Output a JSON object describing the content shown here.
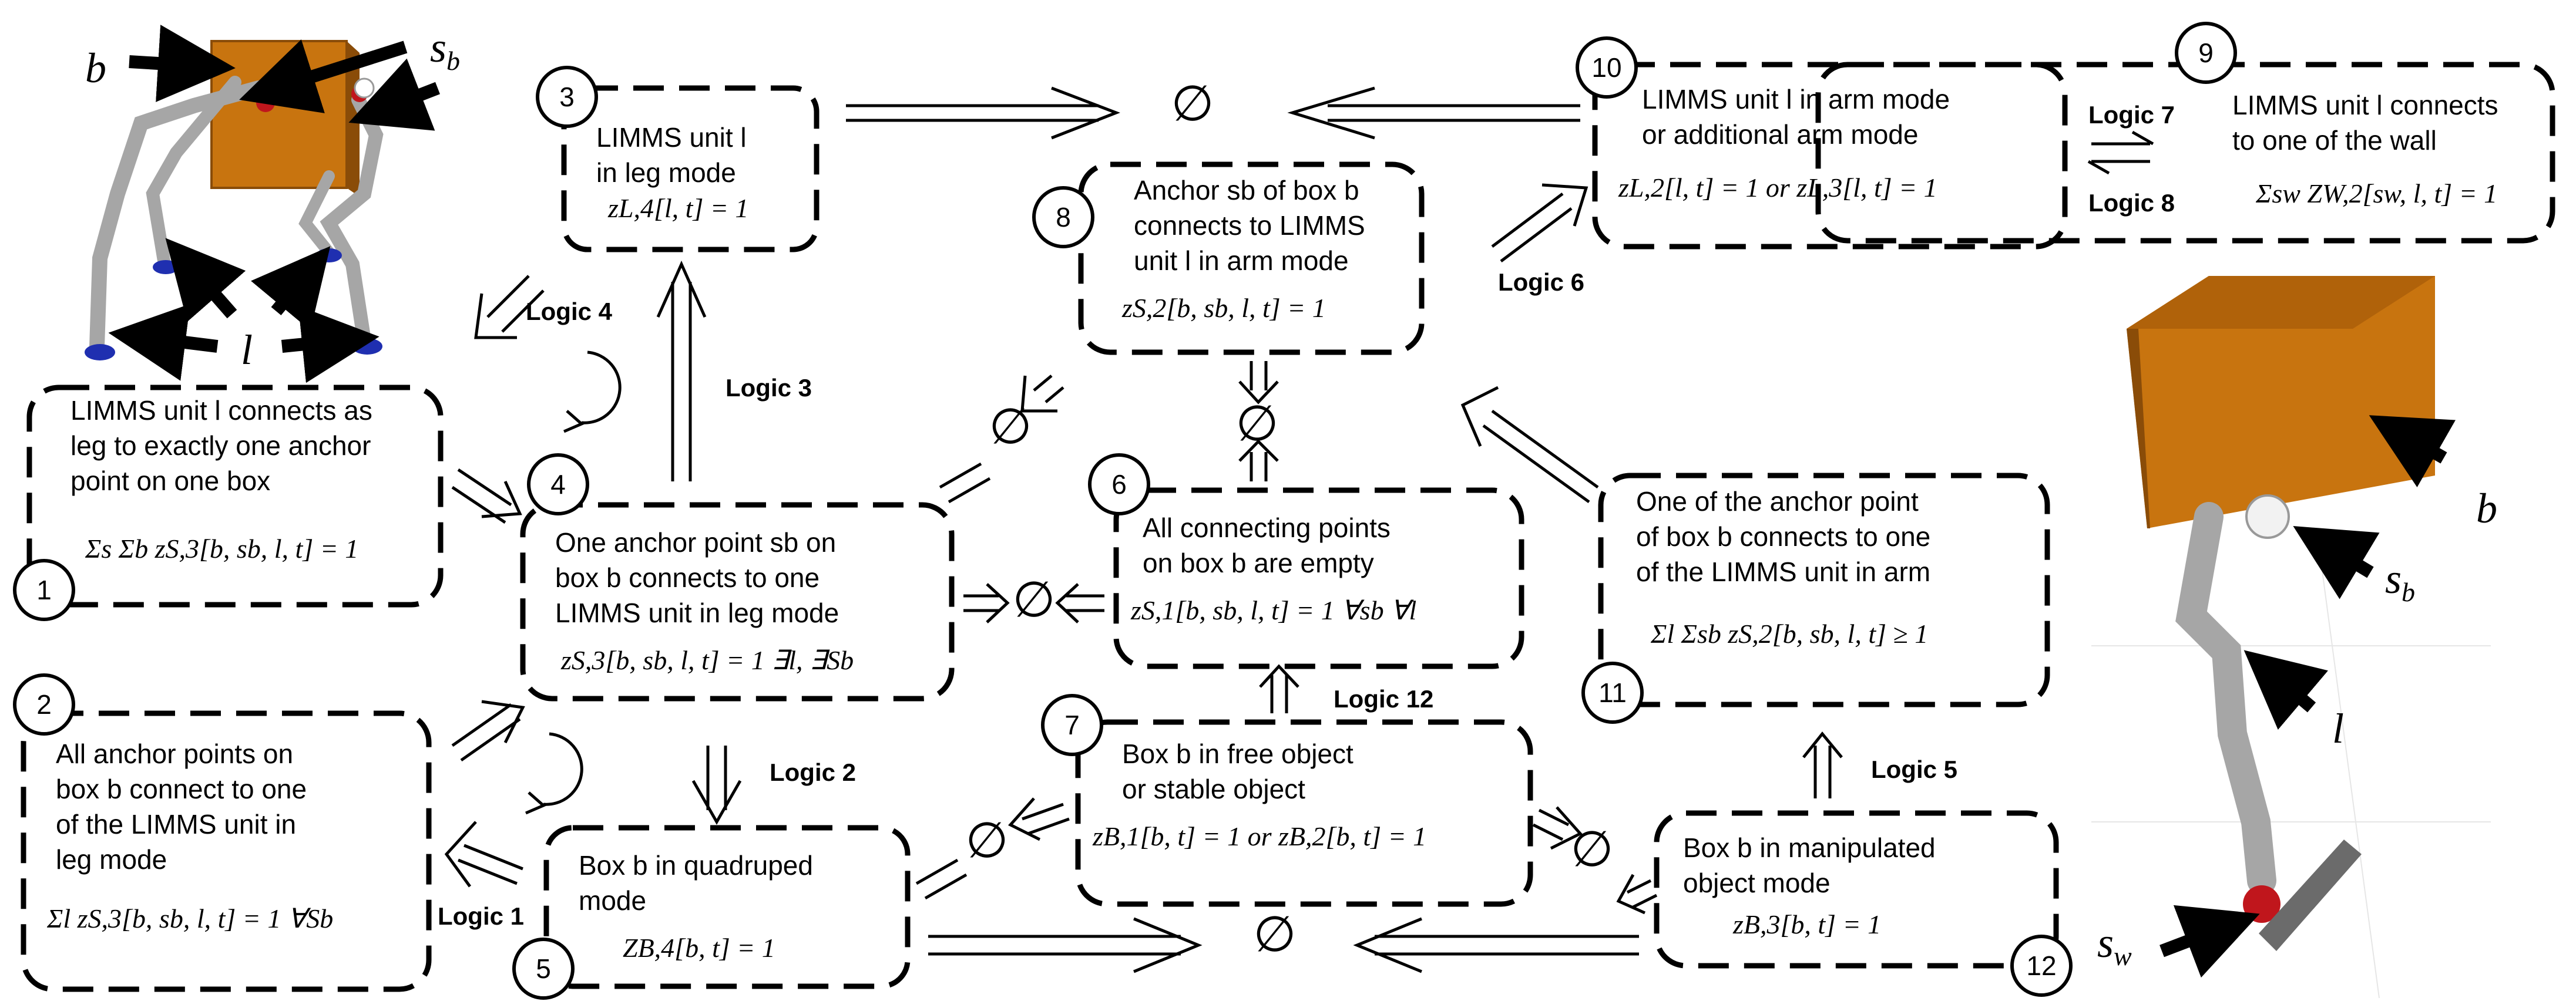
{
  "colors": {
    "box_orange": "#c8740f",
    "box_dark": "#8a4c08",
    "robot_grey": "#a6a6a6",
    "foot_blue": "#1f2fb0",
    "anchor_red": "#c0161c",
    "wall_grey": "#6b6b6b"
  },
  "symbols": {
    "empty_set": "∅"
  },
  "images": {
    "quadruped": {
      "labels": {
        "box": "b",
        "anchor": "s",
        "anchor_sub": "b",
        "unit": "l"
      }
    },
    "arm": {
      "labels": {
        "box": "b",
        "anchor": "s",
        "anchor_sub": "b",
        "unit": "l",
        "wall": "s",
        "wall_sub": "w"
      }
    }
  },
  "nodes": [
    {
      "id": "1",
      "lines": [
        "LIMMS unit l connects as",
        "leg to exactly one anchor",
        "point on one box"
      ],
      "eq": "Σs Σb zS,3[b, sb, l, t] = 1"
    },
    {
      "id": "2",
      "lines": [
        "All anchor points on",
        "box b  connect to one",
        "of the LIMMS unit in",
        "leg mode"
      ],
      "eq": "Σl zS,3[b, sb, l, t] = 1 ∀Sb"
    },
    {
      "id": "3",
      "lines": [
        "LIMMS unit l",
        "in leg mode"
      ],
      "eq": "zL,4[l, t] = 1"
    },
    {
      "id": "4",
      "lines": [
        "One anchor point sb on",
        "box b connects to one",
        "LIMMS unit in leg mode"
      ],
      "eq": "zS,3[b, sb, l, t] = 1 ∃l,  ∃Sb"
    },
    {
      "id": "5",
      "lines": [
        "Box b in quadruped",
        "mode"
      ],
      "eq": "ZB,4[b, t] = 1"
    },
    {
      "id": "6",
      "lines": [
        "All connecting points",
        "on box b are empty"
      ],
      "eq": "zS,1[b, sb, l, t] = 1 ∀sb ∀l"
    },
    {
      "id": "7",
      "lines": [
        "Box b in free object",
        "or stable object"
      ],
      "eq": "zB,1[b, t] = 1  or  zB,2[b, t] = 1"
    },
    {
      "id": "8",
      "lines": [
        "Anchor sb of box b",
        "connects to LIMMS",
        "unit l in arm mode"
      ],
      "eq": "zS,2[b, sb, l, t] = 1"
    },
    {
      "id": "9",
      "lines": [
        "LIMMS unit l connects",
        "to one of the wall"
      ],
      "eq": "Σsw ZW,2[sw, l, t] = 1"
    },
    {
      "id": "10",
      "lines": [
        "LIMMS unit l in arm mode",
        "or additional arm mode"
      ],
      "eq": "zL,2[l, t] = 1  or  zL,3[l, t] = 1"
    },
    {
      "id": "11",
      "lines": [
        "One of the anchor point",
        "of box b connects to one",
        "of the LIMMS unit in arm"
      ],
      "eq": "Σl Σsb zS,2[b, sb, l, t] ≥ 1"
    },
    {
      "id": "12",
      "lines": [
        "Box b in manipulated",
        "object mode"
      ],
      "eq": "zB,3[b, t] = 1"
    }
  ],
  "logic_labels": [
    "Logic 1",
    "Logic 2",
    "Logic 3",
    "Logic 4",
    "Logic 5",
    "Logic 6",
    "Logic 7",
    "Logic 8",
    "Logic 12"
  ]
}
